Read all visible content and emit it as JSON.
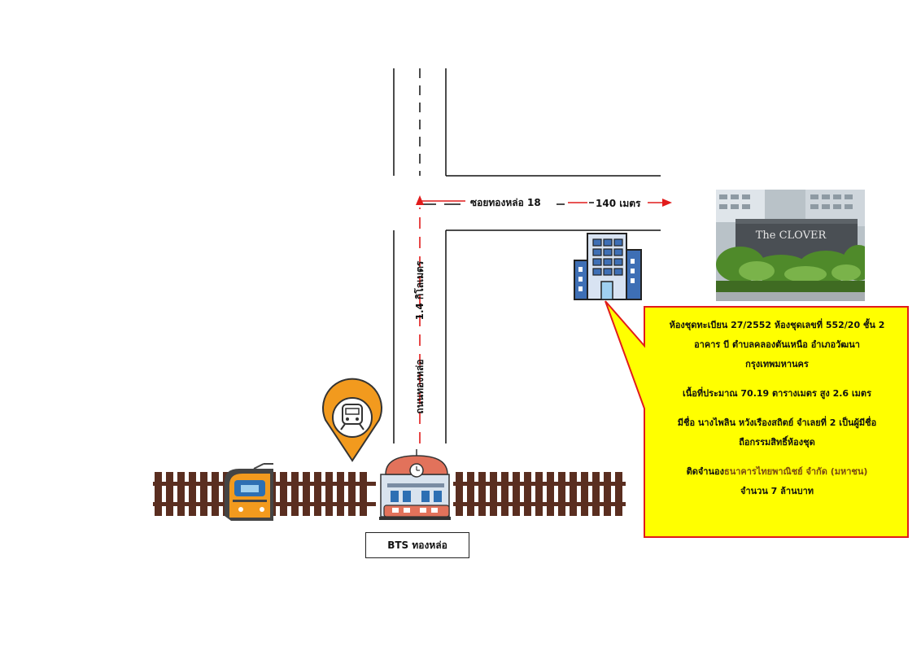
{
  "labels": {
    "soi": "ซอยทองหล่อ 18",
    "distance_soi": "140 เมตร",
    "distance_road": "1.4 กิโลเมตร",
    "road": "ถนนทองหล่อ",
    "bts": "BTS ทองหล่อ"
  },
  "photo_sign": "The CLOVER",
  "callout": {
    "line1": "ห้องชุดทะเบียน 27/2552 ห้องชุดเลขที่ 552/20 ชั้น 2",
    "line2": "อาคาร บี ตำบลคลองตันเหนือ อำเภอวัฒนา",
    "line3": "กรุงเทพมหานคร",
    "area": "เนื้อที่ประมาณ 70.19 ตารางเมตร สูง 2.6 เมตร",
    "owner1": "มีชื่อ นางไพลิน หวังเรืองสถิตย์ จำเลยที่ 2 เป็นผู้มีชื่อ",
    "owner2": "ถือกรรมสิทธิ์ห้องชุด",
    "mortgage_prefix": "ติดจำนอง",
    "mortgage_bank": "ธนาคารไทยพาณิชย์ จำกัด (มหาชน)",
    "amount": "จำนวน 7 ล้านบาท"
  },
  "colors": {
    "route": "#e11b1b",
    "callout_fill": "#ffff00",
    "callout_border": "#e11b1b",
    "rail": "#5a2e20",
    "train": "#f29a1e",
    "building": "#3e6fb5",
    "pin": "#f29a1e"
  },
  "icons": [
    "train-icon",
    "station-icon",
    "building-icon",
    "train-pin-icon"
  ]
}
